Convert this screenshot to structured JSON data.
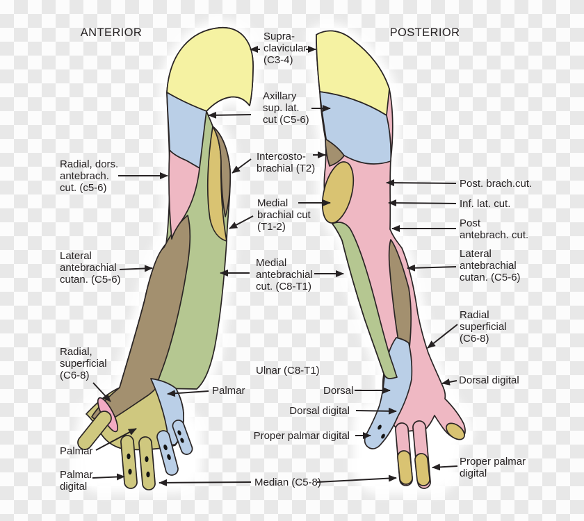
{
  "titles": {
    "anterior": "ANTERIOR",
    "posterior": "POSTERIOR"
  },
  "labels": {
    "supraclavicular": "Supra-\nclavicular\n(C3-4)",
    "axillary": "Axillary\nsup. lat.\ncut (C5-6)",
    "intercostobrachial": "Intercosto-\nbrachial (T2)",
    "medial_brachial": "Medial\nbrachial cut\n(T1-2)",
    "medial_antebrachial": "Medial\nantebrachial\ncut. (C8-T1)",
    "ulnar": "Ulnar (C8-T1)",
    "radial_dorsal_antebrachial": "Radial, dors.\nantebrach.\ncut. (c5-6)",
    "lateral_antebrachial_left": "Lateral\nantebrachial\ncutan. (C5-6)",
    "radial_superficial_left": "Radial,\nsuperficial\n(C6-8)",
    "palmar_left": "Palmar",
    "palmar_digital_left": "Palmar\ndigital",
    "palmar_center": "Palmar",
    "dorsal_center": "Dorsal",
    "dorsal_digital_center": "Dorsal digital",
    "proper_palmar_digital_center": "Proper palmar digital",
    "median": "Median (C5-8)",
    "post_brachial": "Post. brach.cut.",
    "inf_lateral": "Inf. lat. cut.",
    "post_antebrachial": "Post\nantebrach. cut.",
    "lateral_antebrachial_right": "Lateral\nantebrachial\ncutan. (C5-6)",
    "radial_superficial_right": "Radial\nsuperficial\n(C6-8)",
    "dorsal_digital_right": "Dorsal digital",
    "proper_palmar_digital_right": "Proper palmar\ndigital"
  },
  "colors": {
    "supraclavicular_yellow": "#f5f2a2",
    "axillary_blue": "#bacfe7",
    "radial_pink": "#efb8c3",
    "thumb_spot_pink": "#f2abc3",
    "medial_green": "#b5c791",
    "intercostobrachial_brown": "#a3906f",
    "medial_brachial_khaki": "#d9c372",
    "palm_olive": "#cfc87f",
    "outline": "#2a2525",
    "checker_gray": "#e8e8e8",
    "checker_white": "#fcfcfc"
  }
}
